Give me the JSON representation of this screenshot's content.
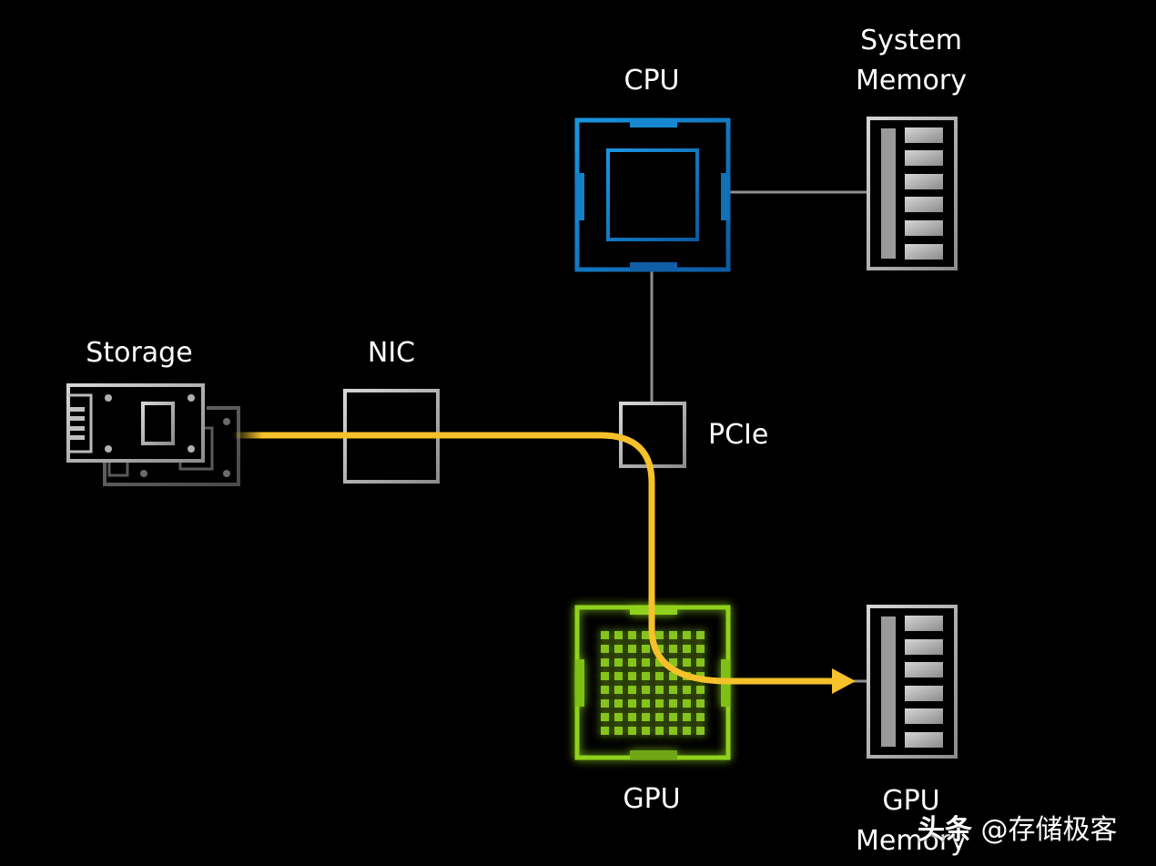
{
  "title": "GPUDirect Storage data path",
  "colors": {
    "background": "#000000",
    "cpu": "#1a8ad6",
    "gpu": "#8fd11a",
    "neutral": "#b8b8b8",
    "data_path": "#f6c12a",
    "text": "#ffffff"
  },
  "nodes": {
    "cpu": {
      "label": "CPU"
    },
    "system_memory": {
      "label_line1": "System",
      "label_line2": "Memory"
    },
    "storage": {
      "label": "Storage"
    },
    "nic": {
      "label": "NIC"
    },
    "pcie": {
      "label": "PCIe"
    },
    "gpu": {
      "label": "GPU"
    },
    "gpu_memory": {
      "label_line1": "GPU",
      "label_line2": "Memory"
    }
  },
  "edges": [
    {
      "from": "cpu",
      "to": "system_memory",
      "type": "link"
    },
    {
      "from": "cpu",
      "to": "pcie",
      "type": "link"
    },
    {
      "from": "storage",
      "to": "gpu_memory",
      "via": [
        "nic",
        "pcie"
      ],
      "type": "data-path-arrow"
    }
  ],
  "watermark": {
    "brand": "头条",
    "handle": "@存储极客"
  }
}
